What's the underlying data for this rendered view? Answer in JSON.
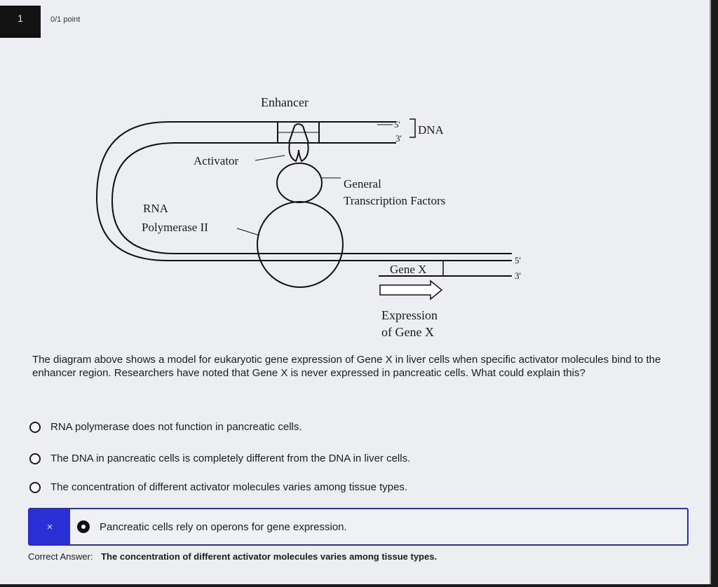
{
  "question": {
    "number": "1",
    "points": "0/1 point",
    "text": "The diagram above shows a model for eukaryotic gene expression of Gene X in liver cells when specific activator molecules bind to the enhancer region. Researchers have noted that Gene X is never expressed in pancreatic cells. What could explain this?"
  },
  "diagram": {
    "enhancer": "Enhancer",
    "five_prime_top": "5'",
    "three_prime_top": "3'",
    "dna": "DNA",
    "activator": "Activator",
    "general": "General",
    "transcription_factors": "Transcription Factors",
    "rna": "RNA",
    "polymerase": "Polymerase II",
    "gene": "Gene X",
    "five_prime_bottom": "5'",
    "three_prime_bottom": "3'",
    "expression": "Expression",
    "of_gene": "of Gene X"
  },
  "options": [
    {
      "label": "RNA polymerase does not function in pancreatic cells.",
      "selected": false
    },
    {
      "label": "The DNA in pancreatic cells is completely different from the DNA in liver cells.",
      "selected": false
    },
    {
      "label": "The concentration of different activator molecules varies among tissue types.",
      "selected": false
    },
    {
      "label": "Pancreatic cells rely on operons for gene expression.",
      "selected": true
    }
  ],
  "feedback": {
    "incorrect_mark": "×",
    "correct_label": "Correct Answer:",
    "correct_answer": "The concentration of different activator molecules varies among tissue types."
  },
  "colors": {
    "accent": "#2d2fd6",
    "border": "#2b2fb5"
  }
}
